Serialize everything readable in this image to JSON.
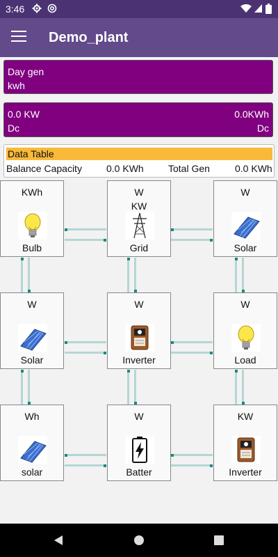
{
  "status": {
    "time": "3:46"
  },
  "app": {
    "title": "Demo_plant"
  },
  "day_gen": {
    "label": "Day gen",
    "unit": "kwh"
  },
  "power": {
    "left_value": "0.0 KW",
    "right_value": "0.0KWh",
    "left_label": "Dc",
    "right_label": "Dc"
  },
  "data_table": {
    "title": "Data Table",
    "balance_label": "Balance Capacity",
    "balance_value": "0.0 KWh",
    "total_label": "Total Gen",
    "total_value": "0.0 KWh"
  },
  "nodes": [
    {
      "unit": "KWh",
      "label": "Bulb",
      "icon": "bulb-icon"
    },
    {
      "unit": "W",
      "unit2": "KW",
      "label": "Grid",
      "icon": "tower-icon"
    },
    {
      "unit": "W",
      "label": "Solar",
      "icon": "solar-panel-icon"
    },
    {
      "unit": "W",
      "label": "Solar",
      "icon": "solar-panel-icon"
    },
    {
      "unit": "W",
      "label": "Inverter",
      "icon": "inverter-icon"
    },
    {
      "unit": "W",
      "label": "Load",
      "icon": "bulb-icon"
    },
    {
      "unit": "Wh",
      "label": "solar",
      "icon": "solar-panel-icon"
    },
    {
      "unit": "W",
      "label": "Batter",
      "icon": "battery-icon"
    },
    {
      "unit": "KW",
      "label": "Inverter",
      "icon": "inverter-icon"
    }
  ],
  "colors": {
    "status_bar": "#4b3373",
    "app_bar": "#634a8a",
    "panel": "#800080",
    "table_header": "#f9b93a",
    "connector": "#b5d6d3",
    "connector_dot": "#1a8a80"
  }
}
